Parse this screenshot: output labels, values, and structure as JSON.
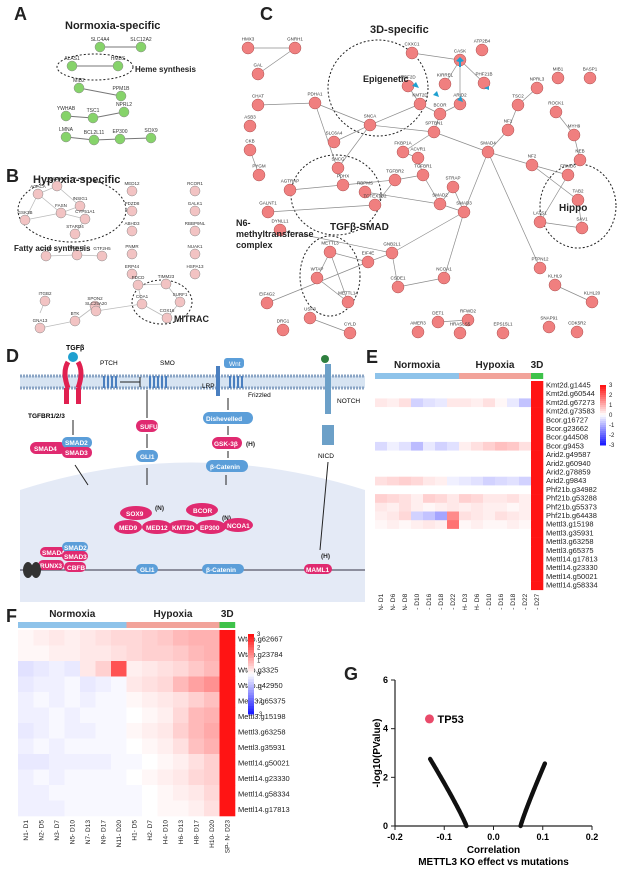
{
  "panelA": {
    "letter": "A",
    "title": "Normoxia-specific",
    "annotation": "Heme synthesis",
    "nodes": [
      {
        "id": "SLC4A4",
        "label": "SLC4A4"
      },
      {
        "id": "SLC12A2",
        "label": "SLC12A2"
      },
      {
        "id": "ALAS1",
        "label": "ALAS1"
      },
      {
        "id": "HMBS",
        "label": "HMBS"
      },
      {
        "id": "MIB2",
        "label": "MIB2"
      },
      {
        "id": "PPM1B",
        "label": "PPM1B"
      },
      {
        "id": "YWHAB",
        "label": "YWHAB"
      },
      {
        "id": "TSC1",
        "label": "TSC1"
      },
      {
        "id": "NPRL2",
        "label": "NPRL2"
      },
      {
        "id": "LMNA",
        "label": "LMNA"
      },
      {
        "id": "BCL2L11",
        "label": "BCL2L11"
      },
      {
        "id": "EP300",
        "label": "EP300"
      },
      {
        "id": "SOX9",
        "label": "SOX9"
      }
    ],
    "color": "#86d36a"
  },
  "panelB": {
    "letter": "B",
    "title": "Hypoxia-specific",
    "annotation1": "Fatty acid synthesis",
    "annotation2": "MITRAC",
    "nodes": [
      "SLC25A1",
      "ACACA",
      "INSIG1",
      "FASN",
      "GSK3B",
      "CYP51A1",
      "STARD4",
      "CYP7B1",
      "MED12",
      "PDZD8",
      "ABHD3",
      "PNMR",
      "ERP44",
      "RCOR1",
      "GALK1",
      "RBBP9NL",
      "NUAK1",
      "HSPA13",
      "CCNJ",
      "CDK13",
      "GTF2H5",
      "ITGB2",
      "SPON2",
      "GNA13",
      "BTK",
      "SLC25A20",
      "PDCD",
      "TIMM23",
      "SURF1",
      "COA1",
      "COX16"
    ],
    "color": "#f2c3c3"
  },
  "panelC": {
    "letter": "C",
    "title": "3D-specific",
    "labels": {
      "epigenetic": "Epigenetic",
      "tgf": "TGFβ-SMAD",
      "hippo": "Hippo",
      "n6": "N6-methyltransferase complex"
    },
    "nodes": [
      "HMX3",
      "GNRH1",
      "GAL",
      "CHAT",
      "PDHA1",
      "ASB3",
      "CKB",
      "PYGM",
      "AGTRAP",
      "GALNT1",
      "DYNLL1",
      "EIF4E",
      "WTAP",
      "METTL3",
      "METTL14",
      "EIF4G2",
      "DRG1",
      "USP3",
      "CYLD",
      "DET1",
      "AMER3",
      "RFWD2",
      "HRASLS5",
      "EPS15L1",
      "SNAP91",
      "CDK5R2",
      "KLHL20",
      "KLHL9",
      "PTPN12",
      "NCOA1",
      "CSDE1",
      "GNB2L1",
      "NF1",
      "SMAD4",
      "TSC2",
      "NPRL3",
      "ROCK1",
      "MYH9",
      "NEB",
      "MIB1",
      "BASP1",
      "NF2",
      "FRMD6",
      "LATS1",
      "SAV1",
      "TAB2",
      "ATP2B4",
      "CASK",
      "PHF21B",
      "KMT2D",
      "ARID2",
      "BCOR",
      "MBF2D",
      "KIRREL",
      "CXXC1",
      "SNCA",
      "SLC6A4",
      "SNCG",
      "PDHX",
      "RBPMS",
      "SPTBN1",
      "FKBP1A",
      "TGFBR1",
      "TGFBR2",
      "STRAP",
      "SMAD3",
      "TCTEX1D2",
      "SMAD2",
      "ACVR1"
    ],
    "color": "#f07f7f"
  },
  "panelD": {
    "letter": "D",
    "labels": {
      "tgfb": "TGFβ",
      "ptch": "PTCH",
      "smo": "SMO",
      "lrp": "LRP",
      "wnt": "Wnt",
      "frizzled": "Frizzled",
      "notch": "NOTCH",
      "tgfbr": "TGFBR1/2/3",
      "smad2": "SMAD2",
      "smad3": "SMAD3",
      "smad4": "SMAD4",
      "sufu": "SUFU",
      "gli1": "GLI1",
      "dishevelled": "Dishevelled",
      "gsk": "GSK-3β",
      "h1": "(H)",
      "bcat": "β-Catenin",
      "nicd": "NICD",
      "sox9": "SOX9",
      "n1": "(N)",
      "bcor": "BCOR",
      "n2": "(N)",
      "med9": "MED9",
      "med12": "MED12",
      "kmt2d": "KMT2D",
      "ep300": "EP300",
      "ncoa1": "NCOA1",
      "runx3": "RUNX3",
      "cbfb": "CBFB",
      "maml1": "MAML1",
      "h2": "(H)",
      "p": "P"
    }
  },
  "panelE": {
    "letter": "E",
    "groups": [
      "Normoxia",
      "Hypoxia",
      "3D"
    ],
    "columns": [
      "N- D1",
      "N- D6",
      "N- D8",
      "N- D10",
      "N- D16",
      "N- D18",
      "N- D22",
      "H- D3",
      "H- D6",
      "H- D10",
      "H- D16",
      "H- D18",
      "H- D22",
      "3D- D27"
    ],
    "rows": [
      "Kmt2d.g1445",
      "Kmt2d.g60544",
      "Kmt2d.g67273",
      "Kmt2d.g73583",
      "Bcor.g16727",
      "Bcor.g23662",
      "Bcor.g44508",
      "Bcor.g9453",
      "Arid2.g49587",
      "Arid2.g60940",
      "Arid2.g78859",
      "Arid2.g9843",
      "Phf21b.g34982",
      "Phf21b.g53288",
      "Phf21b.g55373",
      "Phf21b.g64438",
      "Mettl3.g15198",
      "Mettl3.g35931",
      "Mettl3.g63258",
      "Mettl3.g65375",
      "Mettl14.g17813",
      "Mettl14.g23330",
      "Mettl14.g50021",
      "Mettl14.g58334"
    ],
    "values": [
      [
        0,
        0,
        0,
        0,
        0,
        0,
        0,
        0,
        0,
        0,
        0,
        0,
        0,
        3
      ],
      [
        0,
        0,
        0,
        0,
        0,
        0,
        0,
        0,
        0,
        0,
        0,
        0,
        0,
        3
      ],
      [
        0.3,
        0.2,
        0.4,
        -0.6,
        -0.4,
        -0.3,
        0.3,
        0.3,
        0.2,
        0.4,
        0.1,
        -0.3,
        -0.8,
        3
      ],
      [
        0,
        0,
        0,
        0,
        0,
        0,
        0,
        0,
        0,
        0,
        0,
        0,
        0,
        3
      ],
      [
        0,
        0,
        0,
        0,
        0,
        0,
        0,
        0,
        0,
        0,
        0,
        0,
        0,
        3
      ],
      [
        0,
        0,
        0,
        0,
        0,
        0,
        0,
        0,
        0,
        0,
        0,
        0,
        0,
        3
      ],
      [
        0,
        0,
        0,
        0,
        0,
        0,
        0,
        0,
        0,
        0,
        0,
        0,
        0,
        3
      ],
      [
        -0.5,
        -0.2,
        -0.4,
        -0.9,
        -0.3,
        -0.6,
        -0.4,
        0.2,
        0.4,
        0.6,
        0.8,
        0.7,
        0.4,
        3
      ],
      [
        0,
        0,
        0,
        0,
        0,
        0,
        0,
        0,
        0,
        0,
        0,
        0,
        0,
        3
      ],
      [
        0,
        0,
        0,
        0,
        0,
        0,
        0,
        0,
        0,
        0,
        0,
        0,
        0,
        3
      ],
      [
        0,
        0,
        0,
        0,
        0,
        0,
        0,
        0,
        0,
        0,
        0,
        0,
        0,
        3
      ],
      [
        0.4,
        0.5,
        0.6,
        0.5,
        0.3,
        0.2,
        -0.2,
        -0.3,
        -0.4,
        -0.6,
        -0.5,
        -0.4,
        -0.6,
        3
      ],
      [
        0,
        0,
        0,
        0,
        0,
        0,
        0,
        0,
        0,
        0,
        0,
        0,
        0,
        3
      ],
      [
        0.6,
        0.5,
        0.4,
        0.2,
        0.6,
        0.5,
        0.3,
        0.6,
        0.5,
        0.3,
        0.3,
        0.4,
        0.2,
        3
      ],
      [
        0.3,
        0.2,
        0.4,
        0.2,
        0.1,
        0.2,
        0.3,
        0.2,
        0.3,
        0.2,
        0.2,
        0.1,
        0.2,
        3
      ],
      [
        0.2,
        0.3,
        0.5,
        -0.6,
        -0.8,
        -1.2,
        1.5,
        0.4,
        0.3,
        0.2,
        0.4,
        0.3,
        0.2,
        3
      ],
      [
        0.1,
        0.2,
        0.1,
        0.2,
        0.3,
        0.2,
        1.8,
        0.1,
        0.2,
        0.1,
        0.1,
        0.2,
        0.1,
        3
      ],
      [
        0,
        0,
        0,
        0,
        0,
        0,
        0,
        0,
        0,
        0,
        0,
        0,
        0,
        3
      ],
      [
        0,
        0,
        0,
        0,
        0,
        0,
        0,
        0,
        0,
        0,
        0,
        0,
        0,
        3
      ],
      [
        0,
        0,
        0,
        0,
        0,
        0,
        0,
        0,
        0,
        0,
        0,
        0,
        0,
        3
      ],
      [
        0,
        0,
        0,
        0,
        0,
        0,
        0,
        0,
        0,
        0,
        0,
        0,
        0,
        3
      ],
      [
        0,
        0,
        0,
        0,
        0,
        0,
        0,
        0,
        0,
        0,
        0,
        0,
        0,
        3
      ],
      [
        0,
        0,
        0,
        0,
        0,
        0,
        0,
        0,
        0,
        0,
        0,
        0,
        0,
        3
      ],
      [
        0,
        0,
        0,
        0,
        0,
        0,
        0,
        0,
        0,
        0,
        0,
        0,
        0,
        3
      ]
    ],
    "scale": {
      "ticks": [
        "3",
        "2",
        "1",
        "0",
        "-1",
        "-2",
        "-3"
      ],
      "min": -3,
      "max": 3
    },
    "groupColors": [
      "#8ec3ea",
      "#f2a39a",
      "#3ec24a"
    ]
  },
  "panelF": {
    "letter": "F",
    "groups": [
      "Normoxia",
      "Hypoxia",
      "3D"
    ],
    "columns": [
      "N1- D1",
      "N2- D5",
      "N3- D7",
      "N5- D10",
      "N7- D13",
      "N9- D17",
      "N11- D20",
      "H1- D5",
      "H2- D7",
      "H4- D10",
      "H6- D13",
      "H8- D17",
      "H10- D20",
      "SP- N- D23"
    ],
    "rows": [
      "Wtap.g62667",
      "Wtap.g23784",
      "Wtap.g3325",
      "Wtap.g42950",
      "Mettl3.g65375",
      "Mettl3.g15198",
      "Mettl3.g63258",
      "Mettl3.g35931",
      "Mettl14.g50021",
      "Mettl14.g23330",
      "Mettl14.g58334",
      "Mettl14.g17813"
    ],
    "values": [
      [
        0.1,
        0.2,
        0.3,
        0.2,
        0.3,
        0.4,
        0.5,
        0.5,
        0.6,
        0.7,
        0.9,
        1.0,
        1.0,
        3
      ],
      [
        0.1,
        0.1,
        0.2,
        0.2,
        0.3,
        0.3,
        0.4,
        0.5,
        0.6,
        0.6,
        0.7,
        0.9,
        1.0,
        3
      ],
      [
        -0.4,
        -0.3,
        -0.2,
        -0.3,
        0.3,
        0.6,
        2.2,
        0.2,
        0.3,
        0.4,
        0.5,
        0.7,
        0.9,
        3
      ],
      [
        -0.3,
        -0.2,
        -0.2,
        -0.1,
        -0.3,
        -0.2,
        -0.1,
        0.3,
        0.4,
        0.5,
        0.9,
        1.2,
        1.4,
        3
      ],
      [
        -0.2,
        -0.1,
        -0.2,
        -0.1,
        -0.2,
        -0.1,
        -0.1,
        0.1,
        0.2,
        0.3,
        0.4,
        0.6,
        0.8,
        3
      ],
      [
        -0.2,
        -0.2,
        -0.1,
        -0.2,
        -0.1,
        -0.1,
        -0.1,
        0.0,
        0.1,
        0.2,
        0.5,
        0.9,
        1.0,
        3
      ],
      [
        -0.3,
        -0.2,
        -0.1,
        -0.2,
        -0.2,
        -0.1,
        -0.1,
        0.1,
        0.2,
        0.3,
        0.6,
        0.9,
        1.1,
        3
      ],
      [
        -0.2,
        -0.1,
        -0.2,
        -0.1,
        -0.1,
        -0.1,
        -0.1,
        0.0,
        0.1,
        0.2,
        0.4,
        0.8,
        1.0,
        3
      ],
      [
        -0.3,
        -0.3,
        -0.2,
        -0.2,
        -0.2,
        -0.2,
        -0.1,
        -0.1,
        0.0,
        0.1,
        0.2,
        0.4,
        0.6,
        3
      ],
      [
        -0.2,
        -0.1,
        -0.2,
        -0.1,
        -0.1,
        -0.1,
        -0.1,
        0.0,
        0.1,
        0.2,
        0.3,
        0.5,
        0.6,
        3
      ],
      [
        -0.2,
        -0.2,
        -0.1,
        -0.1,
        -0.1,
        -0.1,
        -0.1,
        -0.1,
        0.0,
        0.1,
        0.2,
        0.3,
        0.5,
        3
      ],
      [
        -0.2,
        -0.2,
        -0.2,
        -0.1,
        -0.1,
        -0.1,
        -0.1,
        -0.1,
        0.0,
        0.1,
        0.1,
        0.2,
        0.4,
        3
      ]
    ],
    "scale": {
      "ticks": [
        "3",
        "2",
        "1",
        "0",
        "-1",
        "-2",
        "-3"
      ],
      "min": -3,
      "max": 3
    },
    "groupColors": [
      "#8ec3ea",
      "#f2a39a",
      "#3ec24a"
    ]
  },
  "panelG": {
    "letter": "G",
    "xlabel": "Correlation",
    "xlabel2": "METTL3 KO effect vs mutations",
    "ylabel": "-log10(PValue)",
    "xticks": [
      "-0.2",
      "-0.1",
      "0.0",
      "0.1",
      "0.2"
    ],
    "yticks": [
      "0",
      "2",
      "4",
      "6"
    ],
    "highlight": "TP53",
    "chart_data": {
      "type": "scatter",
      "xlim": [
        -0.2,
        0.2
      ],
      "ylim": [
        0,
        6
      ],
      "highlight": {
        "label": "TP53",
        "x": -0.13,
        "y": 4.4,
        "color": "#e94a6a"
      }
    }
  }
}
